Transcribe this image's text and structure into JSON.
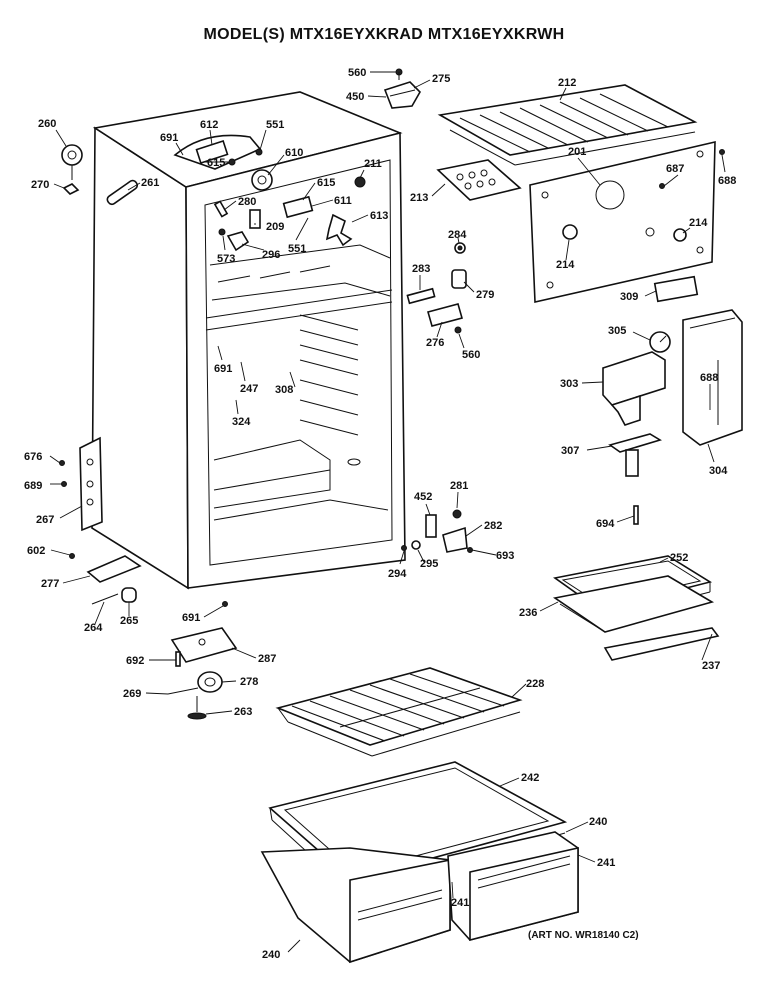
{
  "title": "MODEL(S) MTX16EYXKRAD  MTX16EYXKRWH",
  "art_number": "(ART NO. WR18140 C2)",
  "parts": [
    {
      "id": "p560a",
      "label": "560"
    },
    {
      "id": "p275",
      "label": "275"
    },
    {
      "id": "p450",
      "label": "450"
    },
    {
      "id": "p212",
      "label": "212"
    },
    {
      "id": "p260",
      "label": "260"
    },
    {
      "id": "p270",
      "label": "270"
    },
    {
      "id": "p261",
      "label": "261"
    },
    {
      "id": "p691a",
      "label": "691"
    },
    {
      "id": "p612",
      "label": "612"
    },
    {
      "id": "p551a",
      "label": "551"
    },
    {
      "id": "p610",
      "label": "610"
    },
    {
      "id": "p615a",
      "label": "615"
    },
    {
      "id": "p280",
      "label": "280"
    },
    {
      "id": "p211",
      "label": "211"
    },
    {
      "id": "p615b",
      "label": "615"
    },
    {
      "id": "p611",
      "label": "611"
    },
    {
      "id": "p613",
      "label": "613"
    },
    {
      "id": "p209",
      "label": "209"
    },
    {
      "id": "p551b",
      "label": "551"
    },
    {
      "id": "p573",
      "label": "573"
    },
    {
      "id": "p296",
      "label": "296"
    },
    {
      "id": "p213",
      "label": "213"
    },
    {
      "id": "p201",
      "label": "201"
    },
    {
      "id": "p687",
      "label": "687"
    },
    {
      "id": "p688a",
      "label": "688"
    },
    {
      "id": "p214a",
      "label": "214"
    },
    {
      "id": "p214b",
      "label": "214"
    },
    {
      "id": "p284",
      "label": "284"
    },
    {
      "id": "p283",
      "label": "283"
    },
    {
      "id": "p279",
      "label": "279"
    },
    {
      "id": "p276",
      "label": "276"
    },
    {
      "id": "p560b",
      "label": "560"
    },
    {
      "id": "p309",
      "label": "309"
    },
    {
      "id": "p305",
      "label": "305"
    },
    {
      "id": "p691b",
      "label": "691"
    },
    {
      "id": "p247",
      "label": "247"
    },
    {
      "id": "p308",
      "label": "308"
    },
    {
      "id": "p324",
      "label": "324"
    },
    {
      "id": "p303",
      "label": "303"
    },
    {
      "id": "p688b",
      "label": "688"
    },
    {
      "id": "p307",
      "label": "307"
    },
    {
      "id": "p304",
      "label": "304"
    },
    {
      "id": "p676",
      "label": "676"
    },
    {
      "id": "p689",
      "label": "689"
    },
    {
      "id": "p267",
      "label": "267"
    },
    {
      "id": "p452",
      "label": "452"
    },
    {
      "id": "p281",
      "label": "281"
    },
    {
      "id": "p282",
      "label": "282"
    },
    {
      "id": "p694",
      "label": "694"
    },
    {
      "id": "p602",
      "label": "602"
    },
    {
      "id": "p294",
      "label": "294"
    },
    {
      "id": "p295",
      "label": "295"
    },
    {
      "id": "p693",
      "label": "693"
    },
    {
      "id": "p277",
      "label": "277"
    },
    {
      "id": "p252",
      "label": "252"
    },
    {
      "id": "p236",
      "label": "236"
    },
    {
      "id": "p237",
      "label": "237"
    },
    {
      "id": "p691c",
      "label": "691"
    },
    {
      "id": "p264",
      "label": "264"
    },
    {
      "id": "p265",
      "label": "265"
    },
    {
      "id": "p692",
      "label": "692"
    },
    {
      "id": "p287",
      "label": "287"
    },
    {
      "id": "p269",
      "label": "269"
    },
    {
      "id": "p278",
      "label": "278"
    },
    {
      "id": "p263",
      "label": "263"
    },
    {
      "id": "p228",
      "label": "228"
    },
    {
      "id": "p242",
      "label": "242"
    },
    {
      "id": "p240a",
      "label": "240"
    },
    {
      "id": "p241a",
      "label": "241"
    },
    {
      "id": "p241b",
      "label": "241"
    },
    {
      "id": "p240b",
      "label": "240"
    }
  ]
}
